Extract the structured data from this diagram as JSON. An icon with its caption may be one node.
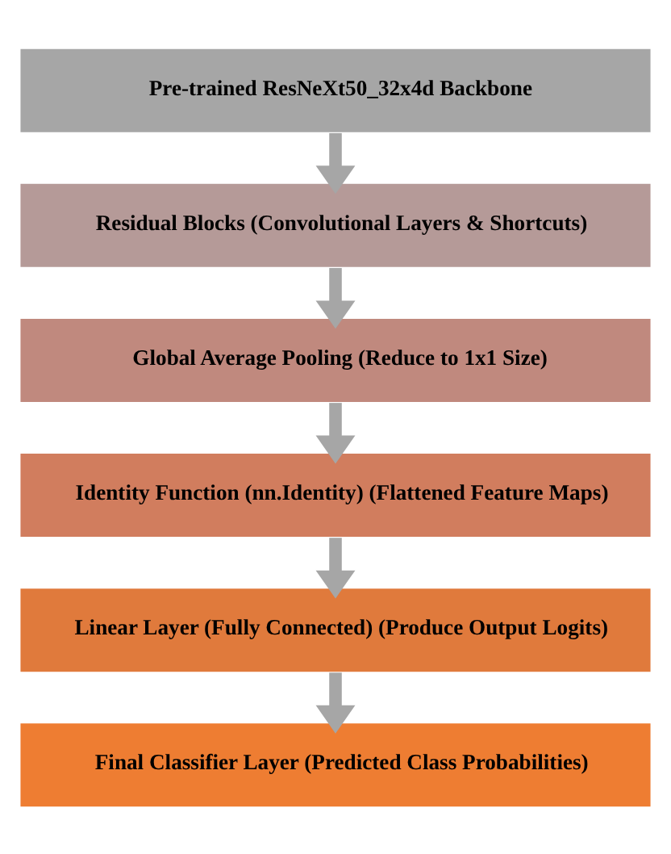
{
  "diagram": {
    "nodes": [
      {
        "text": [
          "Pre-trained ResNeXt50_32x4d Backbone"
        ]
      },
      {
        "text": [
          "Residual Blocks (Convolutional Layers & Shortcuts)"
        ]
      },
      {
        "text": [
          "Global Average Pooling (Reduce to 1x1 Size)"
        ]
      },
      {
        "text": [
          "Identity Function (nn.Identity) (Flattened Feature Maps)"
        ]
      },
      {
        "text": [
          "Linear Layer (Fully Connected) (Produce Output Logits)"
        ]
      },
      {
        "text": [
          "Final Classifier Layer (Predicted Class Probabilities)"
        ]
      }
    ],
    "edges": [
      {
        "from": 0,
        "to": 1,
        "arrow": "to"
      },
      {
        "from": 1,
        "to": 2,
        "arrow": "to"
      },
      {
        "from": 2,
        "to": 3,
        "arrow": "to"
      },
      {
        "from": 3,
        "to": 4,
        "arrow": "to"
      },
      {
        "from": 4,
        "to": 5,
        "arrow": "to"
      }
    ]
  }
}
